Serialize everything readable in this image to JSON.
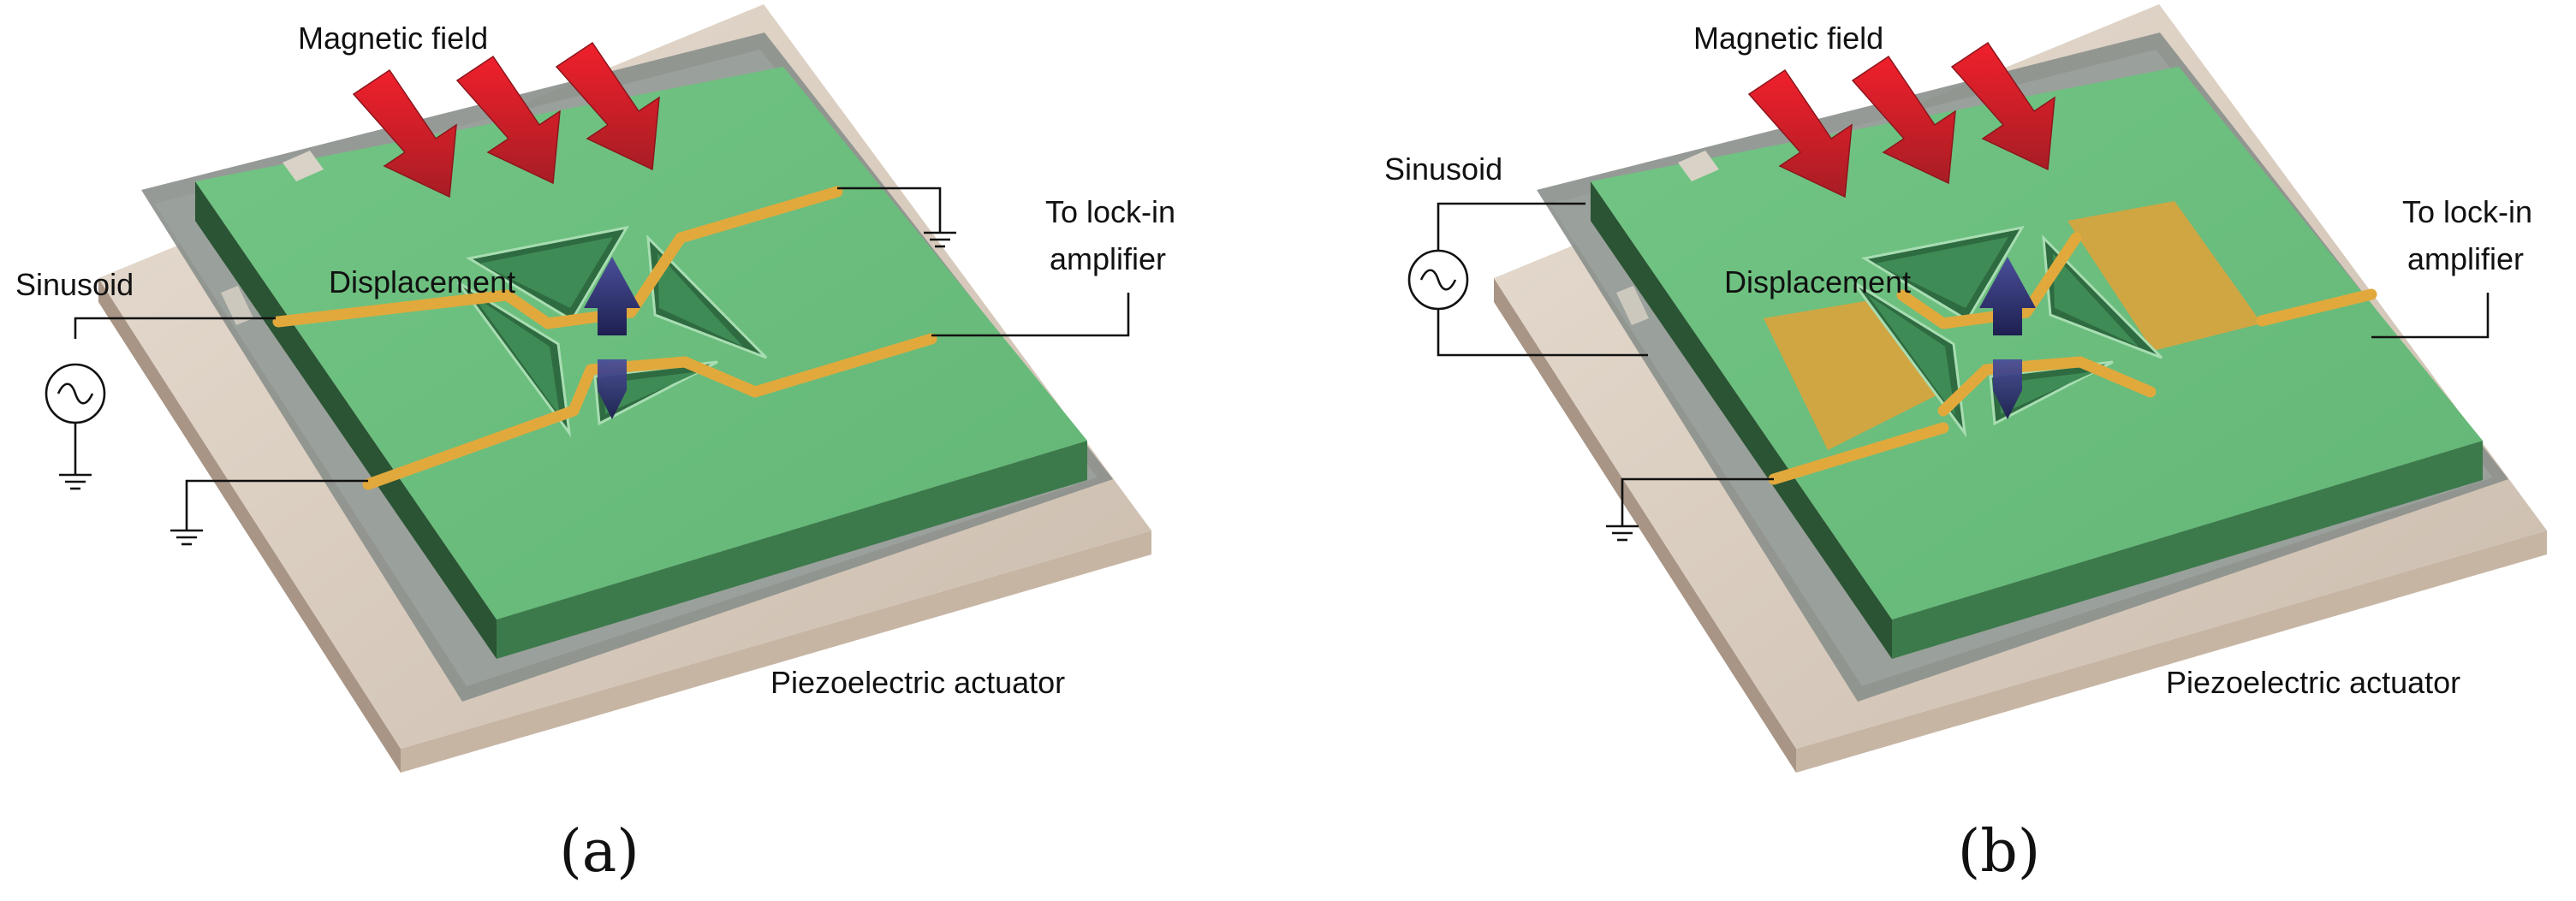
{
  "figure": {
    "panels": [
      {
        "id": "a",
        "caption": "(a)",
        "labels": {
          "magnetic_field": "Magnetic field",
          "sinusoid": "Sinusoid",
          "displacement": "Displacement",
          "lock_in_line1": "To lock-in",
          "lock_in_line2": "amplifier",
          "actuator": "Piezoelectric actuator"
        }
      },
      {
        "id": "b",
        "caption": "(b)",
        "labels": {
          "magnetic_field": "Magnetic field",
          "sinusoid": "Sinusoid",
          "displacement": "Displacement",
          "lock_in_line1": "To lock-in",
          "lock_in_line2": "amplifier",
          "actuator": "Piezoelectric actuator"
        }
      }
    ],
    "colors": {
      "chip_top": "#6dc17e",
      "chip_side": "#2d5a37",
      "gold_trace": "#e1a93c",
      "field_arrow": "#d8242e",
      "displacement_arrow": "#2a2d6b",
      "actuator": "#d6cabd"
    },
    "icons": [
      "sinusoid-source-icon",
      "ground-icon",
      "magnetic-field-arrow-icon",
      "displacement-arrow-icon"
    ]
  }
}
